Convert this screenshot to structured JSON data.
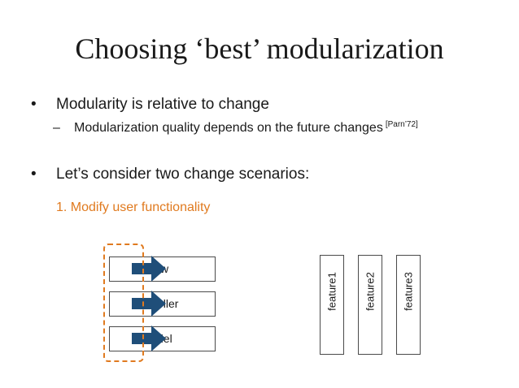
{
  "title": "Choosing ‘best’ modularization",
  "bullets": {
    "b1": {
      "dot": "•",
      "text": "Modularity is relative to change",
      "sub": {
        "dash": "–",
        "text": "Modularization quality depends on the future changes",
        "citation": "[Parn’72]"
      }
    },
    "b2": {
      "dot": "•",
      "text": "Let’s consider two change scenarios:"
    }
  },
  "scenario": "1. Modify user functionality",
  "layers": {
    "view": "w",
    "controller": "oller",
    "model": "del"
  },
  "features": [
    "feature1",
    "feature2",
    "feature3"
  ],
  "colors": {
    "accent": "#e07a1f",
    "arrow": "#1f4e79",
    "border": "#4a4a4a"
  }
}
